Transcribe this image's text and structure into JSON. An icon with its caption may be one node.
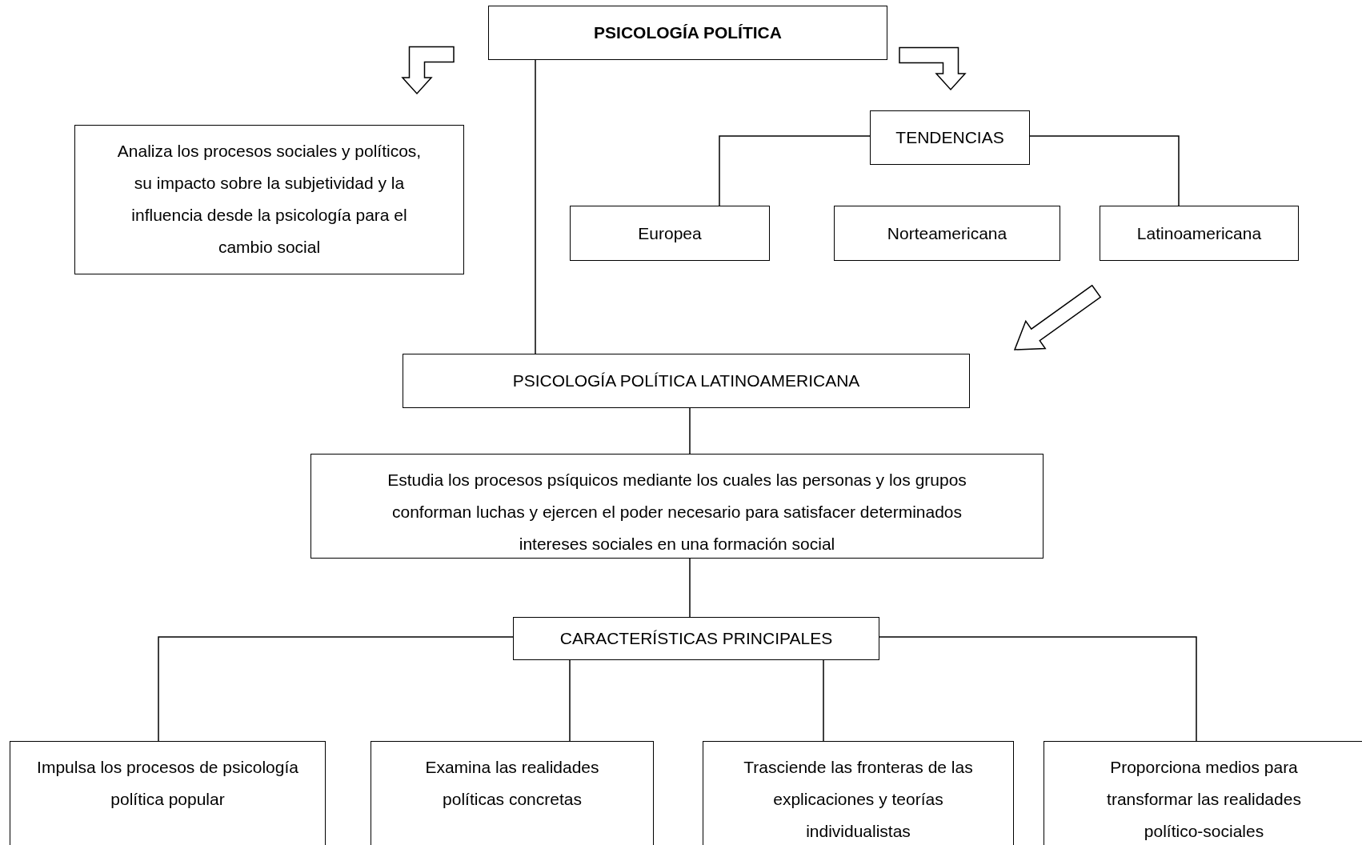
{
  "diagram": {
    "nodes": [
      {
        "text": [
          "PSICOLOGÍA POLÍTICA"
        ]
      },
      {
        "text": [
          "Analiza los procesos sociales y políticos, su impacto sobre la subjetividad y la influencia desde la psicología para el cambio social"
        ]
      },
      {
        "text": [
          "TENDENCIAS"
        ]
      },
      {
        "text": [
          "Europea"
        ]
      },
      {
        "text": [
          "Norteamericana"
        ]
      },
      {
        "text": [
          "Latinoamericana"
        ]
      },
      {
        "text": [
          "PSICOLOGÍA POLÍTICA LATINOAMERICANA"
        ]
      },
      {
        "text": [
          "Estudia los procesos psíquicos mediante los cuales las personas y los grupos conforman luchas y ejercen el poder necesario para satisfacer determinados intereses sociales en una formación social"
        ]
      },
      {
        "text": [
          "CARACTERÍSTICAS PRINCIPALES"
        ]
      },
      {
        "text": [
          "Impulsa los procesos de psicología política popular"
        ]
      },
      {
        "text": [
          "Examina las realidades políticas concretas"
        ]
      },
      {
        "text": [
          "Trasciende las fronteras de las explicaciones y teorías individualistas"
        ]
      },
      {
        "text": [
          "Proporciona medios para transformar las realidades político-sociales"
        ]
      }
    ],
    "edges": [
      {
        "from": 0,
        "to": 1,
        "arrow": "to"
      },
      {
        "from": 0,
        "to": 2,
        "arrow": "to"
      },
      {
        "from": 0,
        "to": 6,
        "arrow": "none"
      },
      {
        "from": 2,
        "to": 3,
        "arrow": "none"
      },
      {
        "from": 2,
        "to": 5,
        "arrow": "none"
      },
      {
        "from": 5,
        "to": 6,
        "arrow": "to"
      },
      {
        "from": 6,
        "to": 7,
        "arrow": "none"
      },
      {
        "from": 7,
        "to": 8,
        "arrow": "none"
      },
      {
        "from": 8,
        "to": 9,
        "arrow": "none"
      },
      {
        "from": 8,
        "to": 10,
        "arrow": "none"
      },
      {
        "from": 8,
        "to": 11,
        "arrow": "none"
      },
      {
        "from": 8,
        "to": 12,
        "arrow": "none"
      }
    ]
  }
}
